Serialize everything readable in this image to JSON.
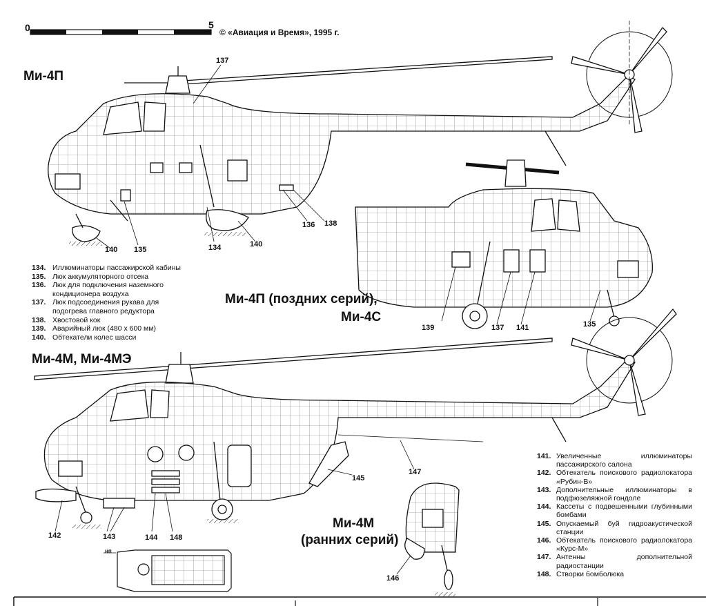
{
  "scale": {
    "start": "0",
    "end": "5"
  },
  "copyright": "© «Авиация и Время», 1995 г.",
  "titles": {
    "mi4p": "Ми-4П",
    "mi4p_late_line1": "Ми-4П (поздних серий),",
    "mi4p_late_line2": "Ми-4С",
    "mi4m": "Ми-4М, Ми-4МЭ",
    "mi4m_early_line1": "Ми-4М",
    "mi4m_early_line2": "(ранних серий)"
  },
  "callouts": {
    "c137a": "137",
    "c140a": "140",
    "c135a": "135",
    "c134": "134",
    "c140b": "140",
    "c136": "136",
    "c138": "138",
    "c139": "139",
    "c137b": "137",
    "c141": "141",
    "c135b": "135",
    "c145": "145",
    "c147": "147",
    "c142": "142",
    "c143": "143",
    "c144": "144",
    "c148": "148",
    "c146": "146",
    "np": "нп"
  },
  "legend_left": [
    {
      "num": "134.",
      "desc": "Иллюминаторы пассажирской кабины"
    },
    {
      "num": "135.",
      "desc": "Люк аккумуляторного отсека"
    },
    {
      "num": "136.",
      "desc": "Люк для подключения наземного"
    },
    {
      "num": "",
      "desc": "кондиционера воздуха"
    },
    {
      "num": "137.",
      "desc": "Люк подсоединения рукава для"
    },
    {
      "num": "",
      "desc": "подогрева главного редуктора"
    },
    {
      "num": "138.",
      "desc": "Хвостовой кок"
    },
    {
      "num": "139.",
      "desc": "Аварийный люк (480 х 600 мм)"
    },
    {
      "num": "140.",
      "desc": "Обтекатели колес шасси"
    }
  ],
  "legend_right": [
    {
      "num": "141.",
      "desc": "Увеличенные иллюминаторы пассажирского салона"
    },
    {
      "num": "142.",
      "desc": "Обтекатель поискового радиолокатора «Рубин-В»"
    },
    {
      "num": "143.",
      "desc": "Дополнительные иллюминаторы в подфюзеляжной гондоле"
    },
    {
      "num": "144.",
      "desc": "Кассеты с подвешенными глубинными бомбами"
    },
    {
      "num": "145.",
      "desc": "Опускаемый буй гидроакустической станции"
    },
    {
      "num": "146.",
      "desc": "Обтекатель поискового радиолокатора «Курс-М»"
    },
    {
      "num": "147.",
      "desc": "Антенны дополнительной радиостанции"
    },
    {
      "num": "148.",
      "desc": "Створки бомболюка"
    }
  ],
  "colors": {
    "ink": "#111111",
    "paper": "#ffffff",
    "grid": "#555555"
  }
}
